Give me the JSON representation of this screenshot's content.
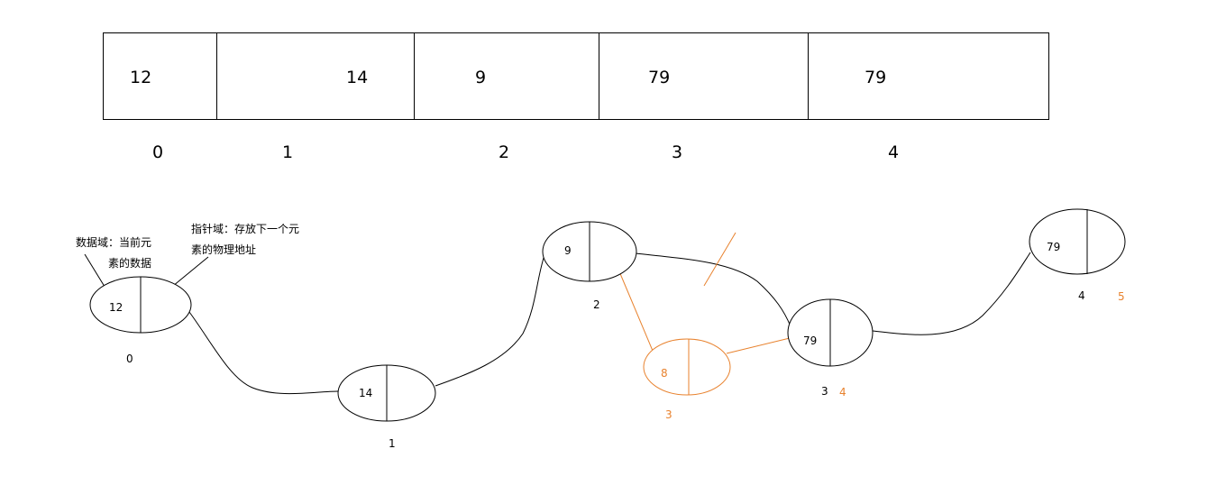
{
  "colors": {
    "normal": "#000000",
    "insert": "#e8822e"
  },
  "array": {
    "cells": [
      "12",
      "14",
      "9",
      "79",
      "79"
    ],
    "indices": [
      "0",
      "1",
      "2",
      "3",
      "4"
    ]
  },
  "annotations": {
    "data_field_line1": "数据域：当前元",
    "data_field_line2": "素的数据",
    "pointer_field_line1": "指针域：存放下一个元",
    "pointer_field_line2": "素的物理地址"
  },
  "nodes": [
    {
      "value": "12",
      "index": "0"
    },
    {
      "value": "14",
      "index": "1"
    },
    {
      "value": "9",
      "index": "2"
    },
    {
      "value": "79",
      "index": "3",
      "new_index": "4"
    },
    {
      "value": "79",
      "index": "4",
      "new_index": "5"
    }
  ],
  "inserted_node": {
    "value": "8",
    "index": "3"
  }
}
